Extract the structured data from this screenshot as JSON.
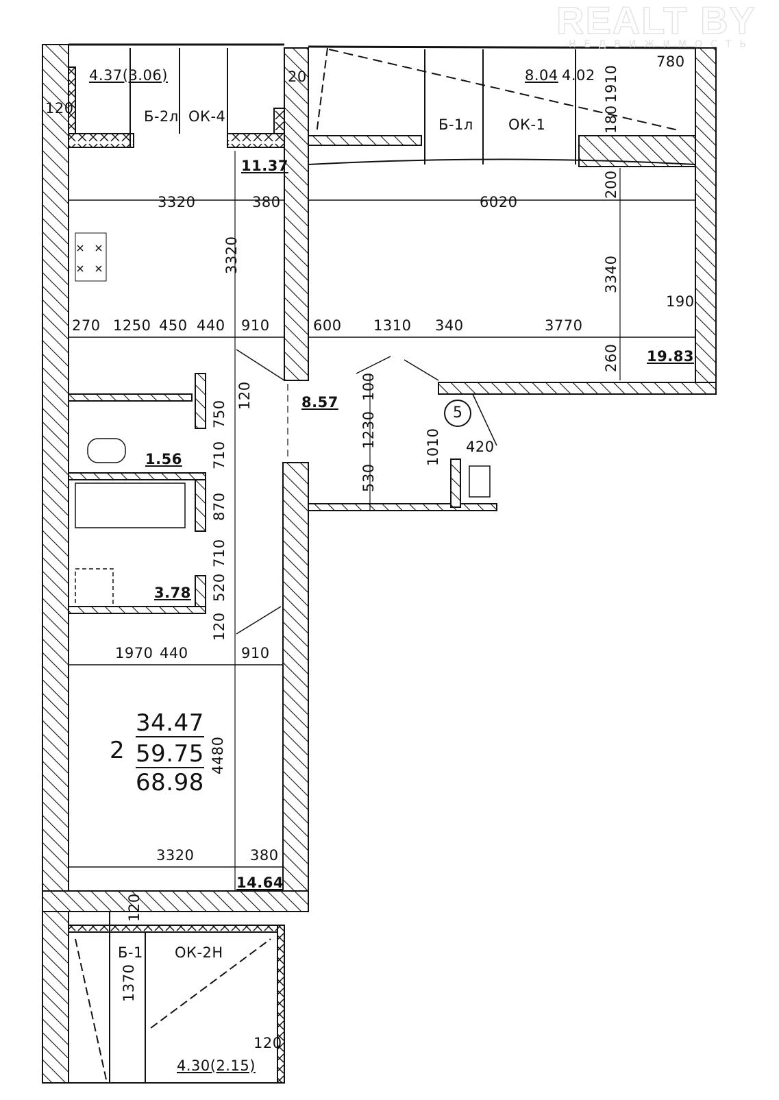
{
  "watermark": {
    "brand": "REALT BY",
    "tagline": "НЕДВИЖИМОСТЬ"
  },
  "apartment": {
    "rooms": "2",
    "living_area": "34.47",
    "total_area": "59.75",
    "total_with_balcony": "68.98"
  },
  "rooms": {
    "kitchen": "11.37",
    "living_room": "19.83",
    "hall": "8.57",
    "toilet": "1.56",
    "bathroom": "3.78",
    "bedroom": "14.64"
  },
  "balconies": {
    "top_left": {
      "area": "4.37(3.06)",
      "door": "Б-2л",
      "window": "ОК-4"
    },
    "top_right": {
      "area": "8.04",
      "area2": "4.02",
      "door": "Б-1л",
      "window": "ОК-1"
    },
    "bottom": {
      "area": "4.30(2.15)",
      "door": "Б-1",
      "window": "ОК-2Н"
    }
  },
  "marker": "5",
  "dimensions": {
    "d120a": "120",
    "d20": "20",
    "d1910": "1910",
    "d180": "180",
    "d780": "780",
    "k3320": "3320",
    "k380": "380",
    "l6020": "6020",
    "d200": "200",
    "k3320v": "3320",
    "l3340": "3340",
    "d190": "190",
    "d270": "270",
    "d1250": "1250",
    "d450": "450",
    "d440": "440",
    "d910": "910",
    "d600": "600",
    "d1310": "1310",
    "d340": "340",
    "d3770": "3770",
    "d260": "260",
    "d120b": "120",
    "d750": "750",
    "d710a": "710",
    "d870": "870",
    "d710b": "710",
    "d520": "520",
    "d120c": "120",
    "d100": "100",
    "d1230": "1230",
    "d1010": "1010",
    "d420": "420",
    "d530": "530",
    "b1970": "1970",
    "b440": "440",
    "b910": "910",
    "b4480": "4480",
    "b3320": "3320",
    "b380": "380",
    "d120d": "120",
    "d1370": "1370",
    "d120e": "120"
  }
}
